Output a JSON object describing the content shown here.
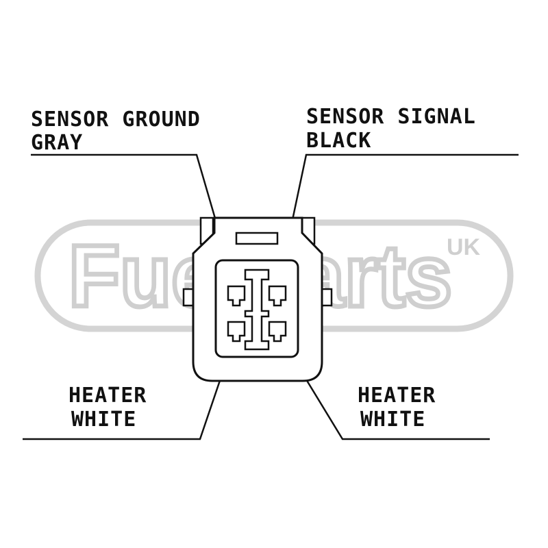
{
  "watermark": {
    "brand": "FuelParts",
    "region": "UK",
    "color": "#cfcfcf"
  },
  "labels": {
    "top_left": {
      "line1": "SENSOR GROUND",
      "line2": "GRAY"
    },
    "top_right": {
      "line1": "SENSOR SIGNAL",
      "line2": "BLACK"
    },
    "bottom_left": {
      "line1": "HEATER",
      "line2": "WHITE"
    },
    "bottom_right": {
      "line1": "HEATER",
      "line2": "WHITE"
    }
  },
  "line_color": "#111111"
}
